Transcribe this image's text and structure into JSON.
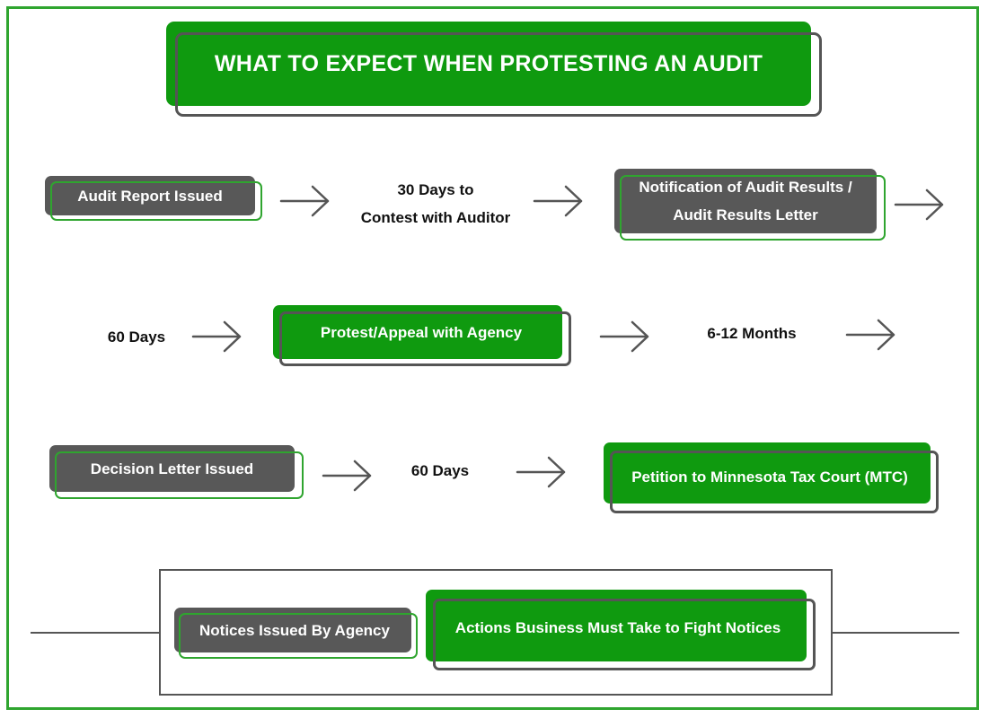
{
  "title": "WHAT TO EXPECT WHEN PROTESTING AN AUDIT",
  "steps": {
    "audit_report": "Audit Report Issued",
    "contest_auditor": [
      "30 Days to",
      "Contest with Auditor"
    ],
    "notification": [
      "Notification of Audit Results /",
      "Audit Results Letter"
    ],
    "days_60_first": "60 Days",
    "protest_appeal": "Protest/Appeal with Agency",
    "months": "6-12 Months",
    "decision_letter": "Decision Letter Issued",
    "days_60_second": "60 Days",
    "petition": "Petition to Minnesota Tax Court (MTC)"
  },
  "legend": {
    "notices": "Notices Issued By Agency",
    "actions": "Actions Business Must Take to Fight Notices"
  },
  "colors": {
    "green": "#0f9a0f",
    "gray": "#585858",
    "frame": "#2fa52f",
    "arrow": "#555555"
  }
}
